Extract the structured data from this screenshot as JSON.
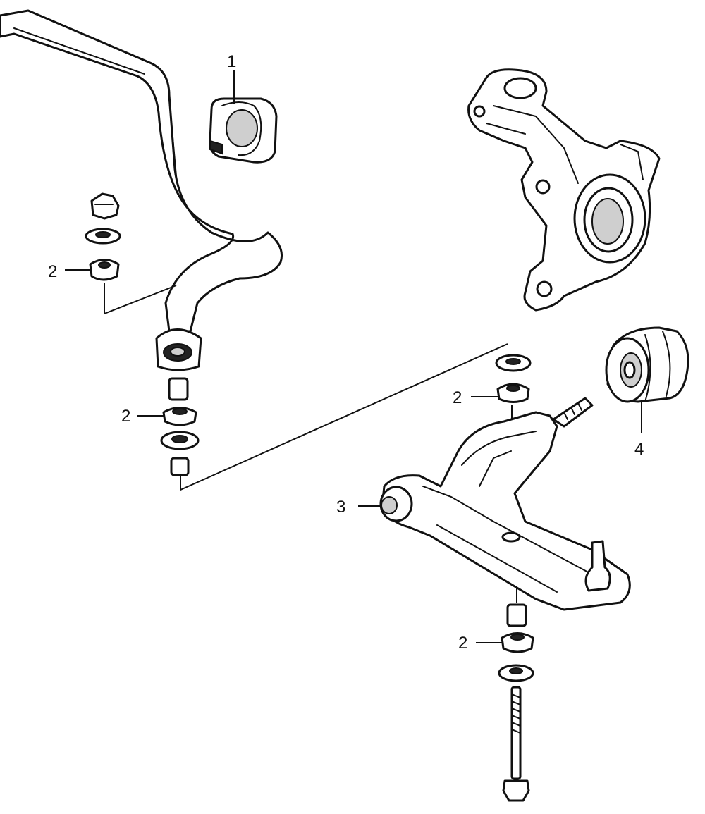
{
  "callouts": {
    "c1": "1",
    "c2a": "2",
    "c2b": "2",
    "c2c": "2",
    "c2d": "2",
    "c3": "3",
    "c4": "4"
  },
  "parts": {
    "stabilizer_bar": "stabilizer-bar",
    "stabilizer_bushing": "stabilizer-bushing",
    "steering_knuckle": "steering-knuckle",
    "lower_control_arm": "lower-control-arm",
    "compliance_bushing": "compliance-bushing",
    "end_link": "stabilizer-end-link"
  }
}
